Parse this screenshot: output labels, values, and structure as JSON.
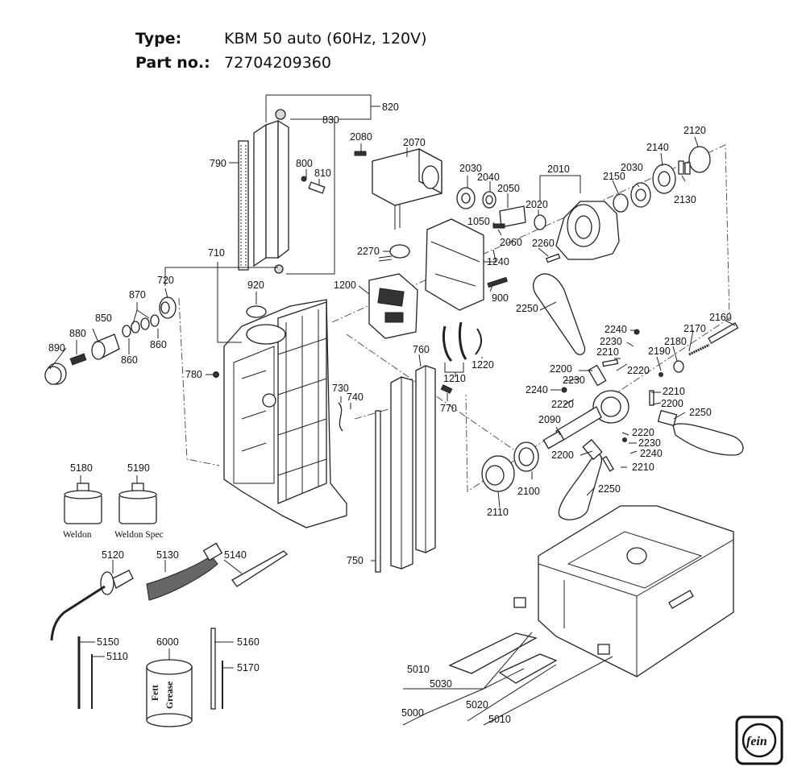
{
  "header": {
    "type_label": "Type:",
    "type_value": "KBM 50 auto (60Hz, 120V)",
    "part_label": "Part no.:",
    "part_value": "72704209360"
  },
  "labels": {
    "p820": "820",
    "p830": "830",
    "p790": "790",
    "p800": "800",
    "p810": "810",
    "p710": "710",
    "p720": "720",
    "p920": "920",
    "p870": "870",
    "p850": "850",
    "p880": "880",
    "p890": "890",
    "p860a": "860",
    "p860b": "860",
    "p780": "780",
    "p730": "730",
    "p740": "740",
    "p760": "760",
    "p770": "770",
    "p750": "750",
    "p2080": "2080",
    "p2070": "2070",
    "p2030a": "2030",
    "p2040": "2040",
    "p2050": "2050",
    "p2020": "2020",
    "p2010": "2010",
    "p2150": "2150",
    "p2030b": "2030",
    "p2140": "2140",
    "p2120": "2120",
    "p2130": "2130",
    "p1050": "1050",
    "p2060": "2060",
    "p2260": "2260",
    "p2270": "2270",
    "p1240": "1240",
    "p1200": "1200",
    "p900": "900",
    "p1210": "1210",
    "p1220": "1220",
    "p2250a": "2250",
    "p2160": "2160",
    "p2170": "2170",
    "p2180": "2180",
    "p2190": "2190",
    "p2240a": "2240",
    "p2230a": "2230",
    "p2210a": "2210",
    "p2220a": "2220",
    "p2200a": "2200",
    "p2230b": "2230",
    "p2240b": "2240",
    "p2220b": "2220",
    "p2210b": "2210",
    "p2200b": "2200",
    "p2250b": "2250",
    "p2090": "2090",
    "p2220c": "2220",
    "p2230c": "2230",
    "p2240c": "2240",
    "p2200c": "2200",
    "p2210c": "2210",
    "p2100": "2100",
    "p2110": "2110",
    "p2250c": "2250",
    "p5180": "5180",
    "p5190": "5190",
    "weldon": "Weldon",
    "weldon_spec": "Weldon Spec",
    "p5120": "5120",
    "p5130": "5130",
    "p5140": "5140",
    "p5150": "5150",
    "p5110": "5110",
    "p6000": "6000",
    "p5160": "5160",
    "p5170": "5170",
    "p5010a": "5010",
    "p5030": "5030",
    "p5000": "5000",
    "p5020": "5020",
    "p5010b": "5010",
    "can_text_1": "Fett",
    "can_text_2": "Grease"
  },
  "logo_text": "fein"
}
